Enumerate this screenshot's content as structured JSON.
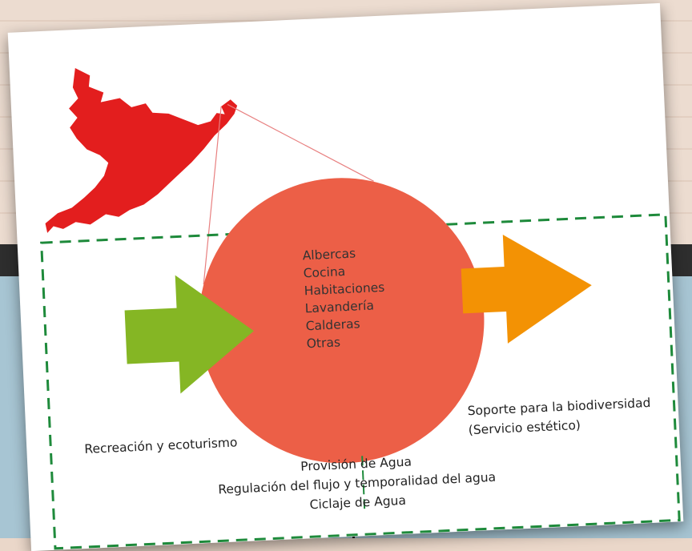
{
  "diagram": {
    "center_items": [
      "Albercas",
      "Cocina",
      "Habitaciones",
      "Lavandería",
      "Calderas",
      "Otras"
    ],
    "left_label": "Recreación y ecoturismo",
    "right_label_lines": [
      "Soporte para la biodiversidad",
      "(Servicio estético)"
    ],
    "bottom_lines": [
      "Provisión de Agua",
      "Regulación del flujo y temporalidad del agua",
      "Ciclaje de Agua"
    ]
  },
  "colors": {
    "circle": "#ec5f47",
    "input_arrow": "#85b624",
    "output_arrow": "#f39204",
    "boundary_dash": "#1e8a3b",
    "map_region": "#e31e1e"
  }
}
